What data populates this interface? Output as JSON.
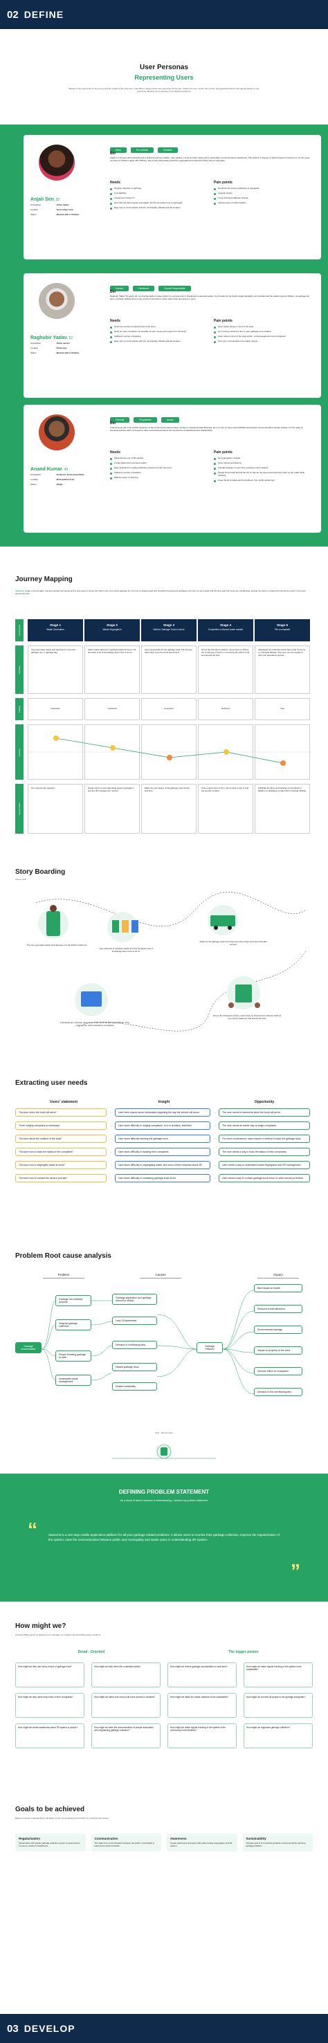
{
  "header": {
    "num": "02",
    "title": "DEFINE"
  },
  "personas": {
    "title": "User Personas",
    "subtitle": "Representing Users",
    "intro": "Based on the responses to the survey and the results of the interview, I was able to design three user personas for the app. Insight into user needs, pain points, and general behavior was gained based on the personas, allowing me to develop more effective solutions.",
    "list": [
      {
        "name": "Anjali Sen",
        "age": ", 32",
        "tags": [
          "Wise",
          "Pro-activist",
          "Reliable"
        ],
        "bio_title": "Bio",
        "bio": "Anjali is a 32-year-old housewife with a husband and two children. She resides in a semi-urban region and is particularly concerned about cleanliness. She prefers to dispose of trash between 9 and 10 am, so she does not have to handle it again after bathing. She knows what waste should be segregated but observed others how to segregate.",
        "meta": [
          [
            "Occupation",
            "Home maker"
          ],
          [
            "Location",
            "Semi-urban Area"
          ],
          [
            "Status",
            "Married with 2 children"
          ]
        ],
        "needs_title": "Needs",
        "needs": [
          "Regular collection of garbage.",
          "Cost facilities",
          "Closed community bin",
          "Get informed about waste segregation but first be aware how to segregate"
        ],
        "needs_extra": "Easy way to communicate with the municipality officials and the workers.",
        "pains_title": "Pain points",
        "pains": [
          "Dumb/not the proper guidelines to segregate",
          "Irregular pickup",
          "Truck arriving at different timings",
          "Improvement of public location"
        ]
      },
      {
        "name": "Raghubir Yadav",
        "age": ", 52",
        "tags": [
          "Honest",
          "Hardwork",
          "Goods Responsible"
        ],
        "bio_title": "Bio",
        "bio": "Raghubir Yadav, 52 years old, is a humble kachori street vendor in a remote part of Jharkhand. A devoted worker, he provides for his family single-handedly. He's familiar with the outlined going children. He garbage bin gets overflows multiple times a day and he is left with no other option than dumping it in open.",
        "meta": [
          [
            "Occupation",
            "Street vendor"
          ],
          [
            "Location",
            "Rural area"
          ],
          [
            "Status",
            "Married with 3 children"
          ]
        ],
        "needs_title": "Needs",
        "needs": [
          "Good community bin placed around his shop",
          "Need as many containers as possible to earn money and support for his family.",
          "Sufficient number of dustbins."
        ],
        "needs_extra": "Easy way to communicate with the municipality officials and the workers.",
        "pains_title": "Pain points",
        "pains": [
          "Open waste dumps in front of his shop",
          "He is losing customers due to open garbage accumulation.",
          "Open dump in front of his shop stinks...to discouragement and unhygienic",
          "Can only communicate in his native tongue."
        ]
      },
      {
        "name": "Anand Kumar",
        "age": ", 45",
        "tags": [
          "Friendly",
          "Empathetic",
          "Aware"
        ],
        "bio_title": "Bio",
        "bio": "Anand Kumar, 45, is an activist supporter of the environment and an active member in Supeth (Kerala Minister). He is a man of many responsibilities and deeply concerned about climate change. For the sake of humanity and the earth, he hopes to raise consciousness about the importance of cleanliness and sustainability.",
        "meta": [
          [
            "Occupation",
            "Professor, Environmentalist"
          ],
          [
            "Location",
            "Metropolitan Area"
          ],
          [
            "Status",
            "Single"
          ]
        ],
        "needs_title": "Needs",
        "needs": [
          "Maximize the use of 3R policies",
          "Create awareness amongst people",
          "Save animals from eating hazardous waste from the open bins.",
          "Sufficient number of dustbins.",
          "Effective ways of cleaning."
        ],
        "pains_title": "Pain points",
        "pains": [
          "No segregation of waste",
          "Open dumps and littering",
          "Animals feeding on open bins resulting to them deaths",
          "People throw trash around the bin or stay for the open and throw their trash on the roads while traveling",
          "Huge chunk of waste and food leftover from public gatherings."
        ]
      }
    ]
  },
  "journey": {
    "title": "Journey  Mapping",
    "scenario_label": "Scenario:",
    "scenario": " Anjali, a homemaker, has just cleaned her house and is now going to dump the trash in the community garbage bin, but she is disappointed and frustrated because the garbage truck has not yet arrived and the bins near her home are overflowing, leaving her with no choice but to throw the trash in the open around the bins.",
    "rows": [
      "Touchpoints",
      "Activities",
      "Feeling",
      "Emotion",
      "Opportunities"
    ],
    "stages": [
      {
        "head": "Stage 1",
        "sub": "Waste Generation",
        "act": "User generates waste and deposits it in the user garbage can or garbage bag.",
        "feel": "Optimistic",
        "opp": "No improvement required."
      },
      {
        "head": "Stage 2",
        "sub": "Waste Segregation",
        "act": "Starts waste attempt to separate waste at home, but she lacks a lot of knowledge about how to do so.",
        "feel": "Confused",
        "opp": "Needs ways to comprehending waste segregation and the 3R management method."
      },
      {
        "head": "Stage 3",
        "sub": "Wait for Garbage Truck to arrive",
        "act": "Users goes/waits for the garbage truck, but it's been three days since the truck last arrived.",
        "feel": "Frustrated",
        "opp": "Make the user aware of the garbage truck arrival and time."
      },
      {
        "head": "Stage 4",
        "sub": "Compelled to discard waste outside",
        "act": "Out to the infrequent pickups, users have no choice but to dispose of trash in community bin which is full and around the bins.",
        "feel": "Relieved",
        "opp": "If the nearest bins is full, I can provide a way to find the another location."
      },
      {
        "head": "Stage 5",
        "sub": "File a complaint",
        "act": "Individuals are uncertain about how to file concerns to municipal officials. They are not even aware of their own assistance groups.",
        "feel": "Sad",
        "opp": "Facilitate the filing and tracking of complaints in addition to facilitating contact with municipal officials."
      }
    ]
  },
  "story": {
    "title": "Story Boarding",
    "label": "Scene: Self",
    "captions": [
      "The user generates waste and disposes it in the kitchen trash can",
      "User attempts to separate waste at home but lacks a lot of knowledge about how to do so",
      "Waits for the garbage truck but it has been three days since the truck last arrived",
      "Individuals are uncertain about how to file concerns with local officials. They cannot even reach assistance complaints",
      "Due to the infrequent pickup, users have no choice but to dispose trash at community waste bin and around the bins"
    ]
  },
  "needs": {
    "title": "Extracting user needs",
    "col1": "Users' statement",
    "col2": "Insight",
    "col3": "Opportunity",
    "rows": [
      [
        "\"Not sure when the truck will arrive\"",
        "User feels unsure about information regarding the day the vehicle will arrive.",
        "The user needs to determine when the truck will arrive."
      ],
      [
        "\"Even lodging complains is necessary\"",
        "User faces difficulty in lodging complaints, so it is tiredless, sidelined",
        "The user needs an easier way to lodge complaints."
      ],
      [
        "\"Not sure about the location of the truck\"",
        "User faces difficulty tracking the garbage truck.",
        "For more convenience, users require a method to track the garbage truck."
      ],
      [
        "\"Not sure how to track the status of the complaints\"",
        "User faces difficulty in tracking their complaints.",
        "The user needs a way to track the status of their complaints."
      ],
      [
        "\"Not sure how to segregate waste at home\"",
        "User faces difficulty in segregating waste and most of them unaware about 3R.",
        "User needs a way to understand waste segregation and 3R management."
      ],
      [
        "\"Not sure how to contact the service provider\"",
        "User faces difficulty in contacting garbage truck driver.",
        "User needs a way to contact garbage truck driver or other service providers."
      ]
    ]
  },
  "rootcause": {
    "title": "Problem Root cause analysis",
    "h1": "Problem",
    "h2": "Causes",
    "h3": "Impact",
    "problem": "Garbage Accumulation",
    "left": [
      "Garbage not collected properly",
      "Irregular garbage collection",
      "People throwing garbage in open",
      "Inadequate waste management"
    ],
    "mid": [
      "Garbage separation and garbage amount in district",
      "Lack Of Awareness",
      "Demand of overflowing bins",
      "Missed garbage truck",
      "Dustbin availability"
    ],
    "center": "Garbage Pollution",
    "right": [
      "Bad impact on health",
      "Reduced tourist attraction",
      "Environmental damage",
      "Impact on property of the area",
      "Adverse effect on ecosystem",
      "Demand of the overflowing bins"
    ]
  },
  "statement": {
    "top": "Now - We Are Here",
    "title": "DEFINING PROBLEM STATEMENT",
    "sub": "As a result of above research & understanding, I defined my problem statement",
    "body": "Swacchit is a one-stop mobile application platform for all your garbage related problems. It allows users to monitor their garbage collection, improve the regularization of the system, ease the communication between public and municipality and waste users in understanding  3R system."
  },
  "hmw": {
    "title": "How might we?",
    "sub": "Forming HMW questions allowed me to translate my insights into actionable design solutions.",
    "left_title": "Detail - Oriented",
    "right_title": "The bigger picture",
    "left": [
      "How might we help user keep a track of garbage truck?",
      "How might we help users file complaints easily?",
      "How might we help users keep track of their complaints?",
      "How might we make sure every user have access to dustbins?",
      "How might we create awareness about 3R system in people?",
      "How might we ease the communication of people associated with regularizing garbage collection?"
    ],
    "right": [
      "How might we reduce garbage accumulation in local area?",
      "How might we make regular tracking of the system more sustainable?",
      "How might we make the waste collection more sustainable?",
      "How might we connect all people to the garbage ecosystem?",
      "How might we make regular tracking of the system in the community more tiredless?",
      "How might we regularize garbage collection?"
    ]
  },
  "goals": {
    "title": "Goals to be achieved",
    "sub": "Based on above understanding I identified my four focus areas around which my solutions will revolve.",
    "items": [
      {
        "t": "Regularization",
        "d": "Systematize and regular garbage collection system at ground level to ensure maximum cleanliness."
      },
      {
        "t": "Communication",
        "d": "The dialer free communication between the public, municipality & laborers for quick remedies."
      },
      {
        "t": "Awareness",
        "d": "Create awareness amongst public about waste segregation and 3R system."
      },
      {
        "t": "Sustainability",
        "d": "Ultimate goal is to Contribute towards environmental by reducing garbage pollution."
      }
    ]
  },
  "footer": {
    "num": "03",
    "title": "DEVELOP"
  }
}
